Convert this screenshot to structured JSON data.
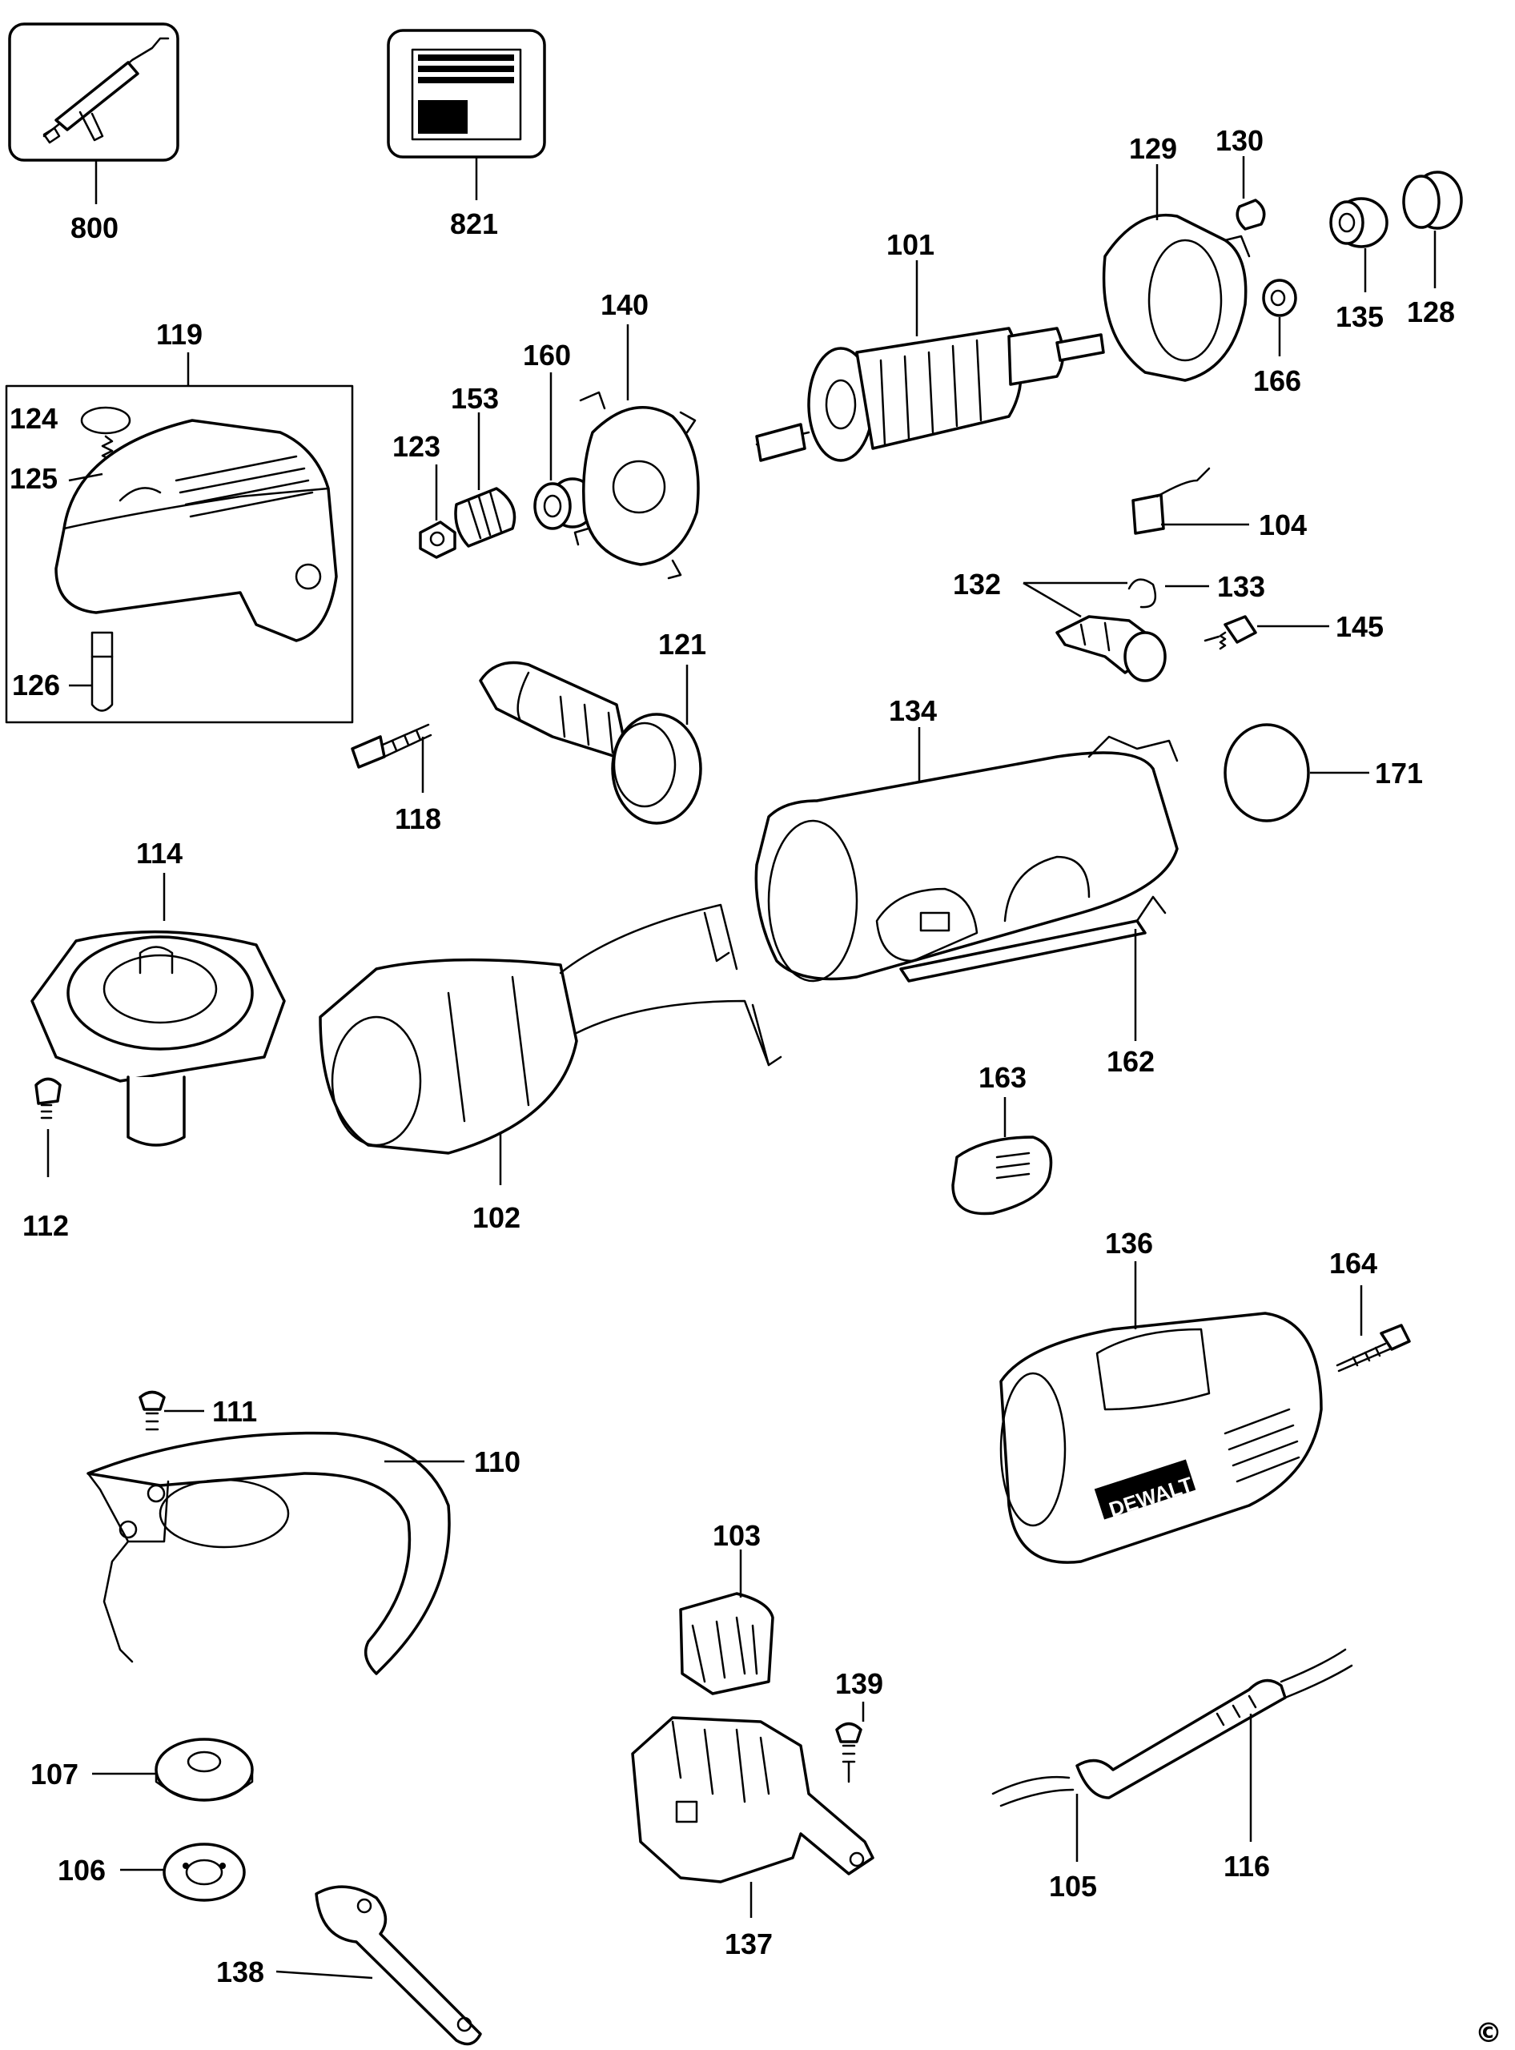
{
  "labels": {
    "p800": "800",
    "p821": "821",
    "p101": "101",
    "p129": "129",
    "p130": "130",
    "p135": "135",
    "p128": "128",
    "p166": "166",
    "p119": "119",
    "p124": "124",
    "p125": "125",
    "p126": "126",
    "p140": "140",
    "p160": "160",
    "p153": "153",
    "p123": "123",
    "p104": "104",
    "p132": "132",
    "p133": "133",
    "p145": "145",
    "p121": "121",
    "p118": "118",
    "p134": "134",
    "p171": "171",
    "p114": "114",
    "p112": "112",
    "p102": "102",
    "p162": "162",
    "p163": "163",
    "p136": "136",
    "p164": "164",
    "p111": "111",
    "p110": "110",
    "p103": "103",
    "p139": "139",
    "p107": "107",
    "p106": "106",
    "p137": "137",
    "p138": "138",
    "p105": "105",
    "p116": "116"
  },
  "brand": "DEWALT",
  "copyright": "©"
}
